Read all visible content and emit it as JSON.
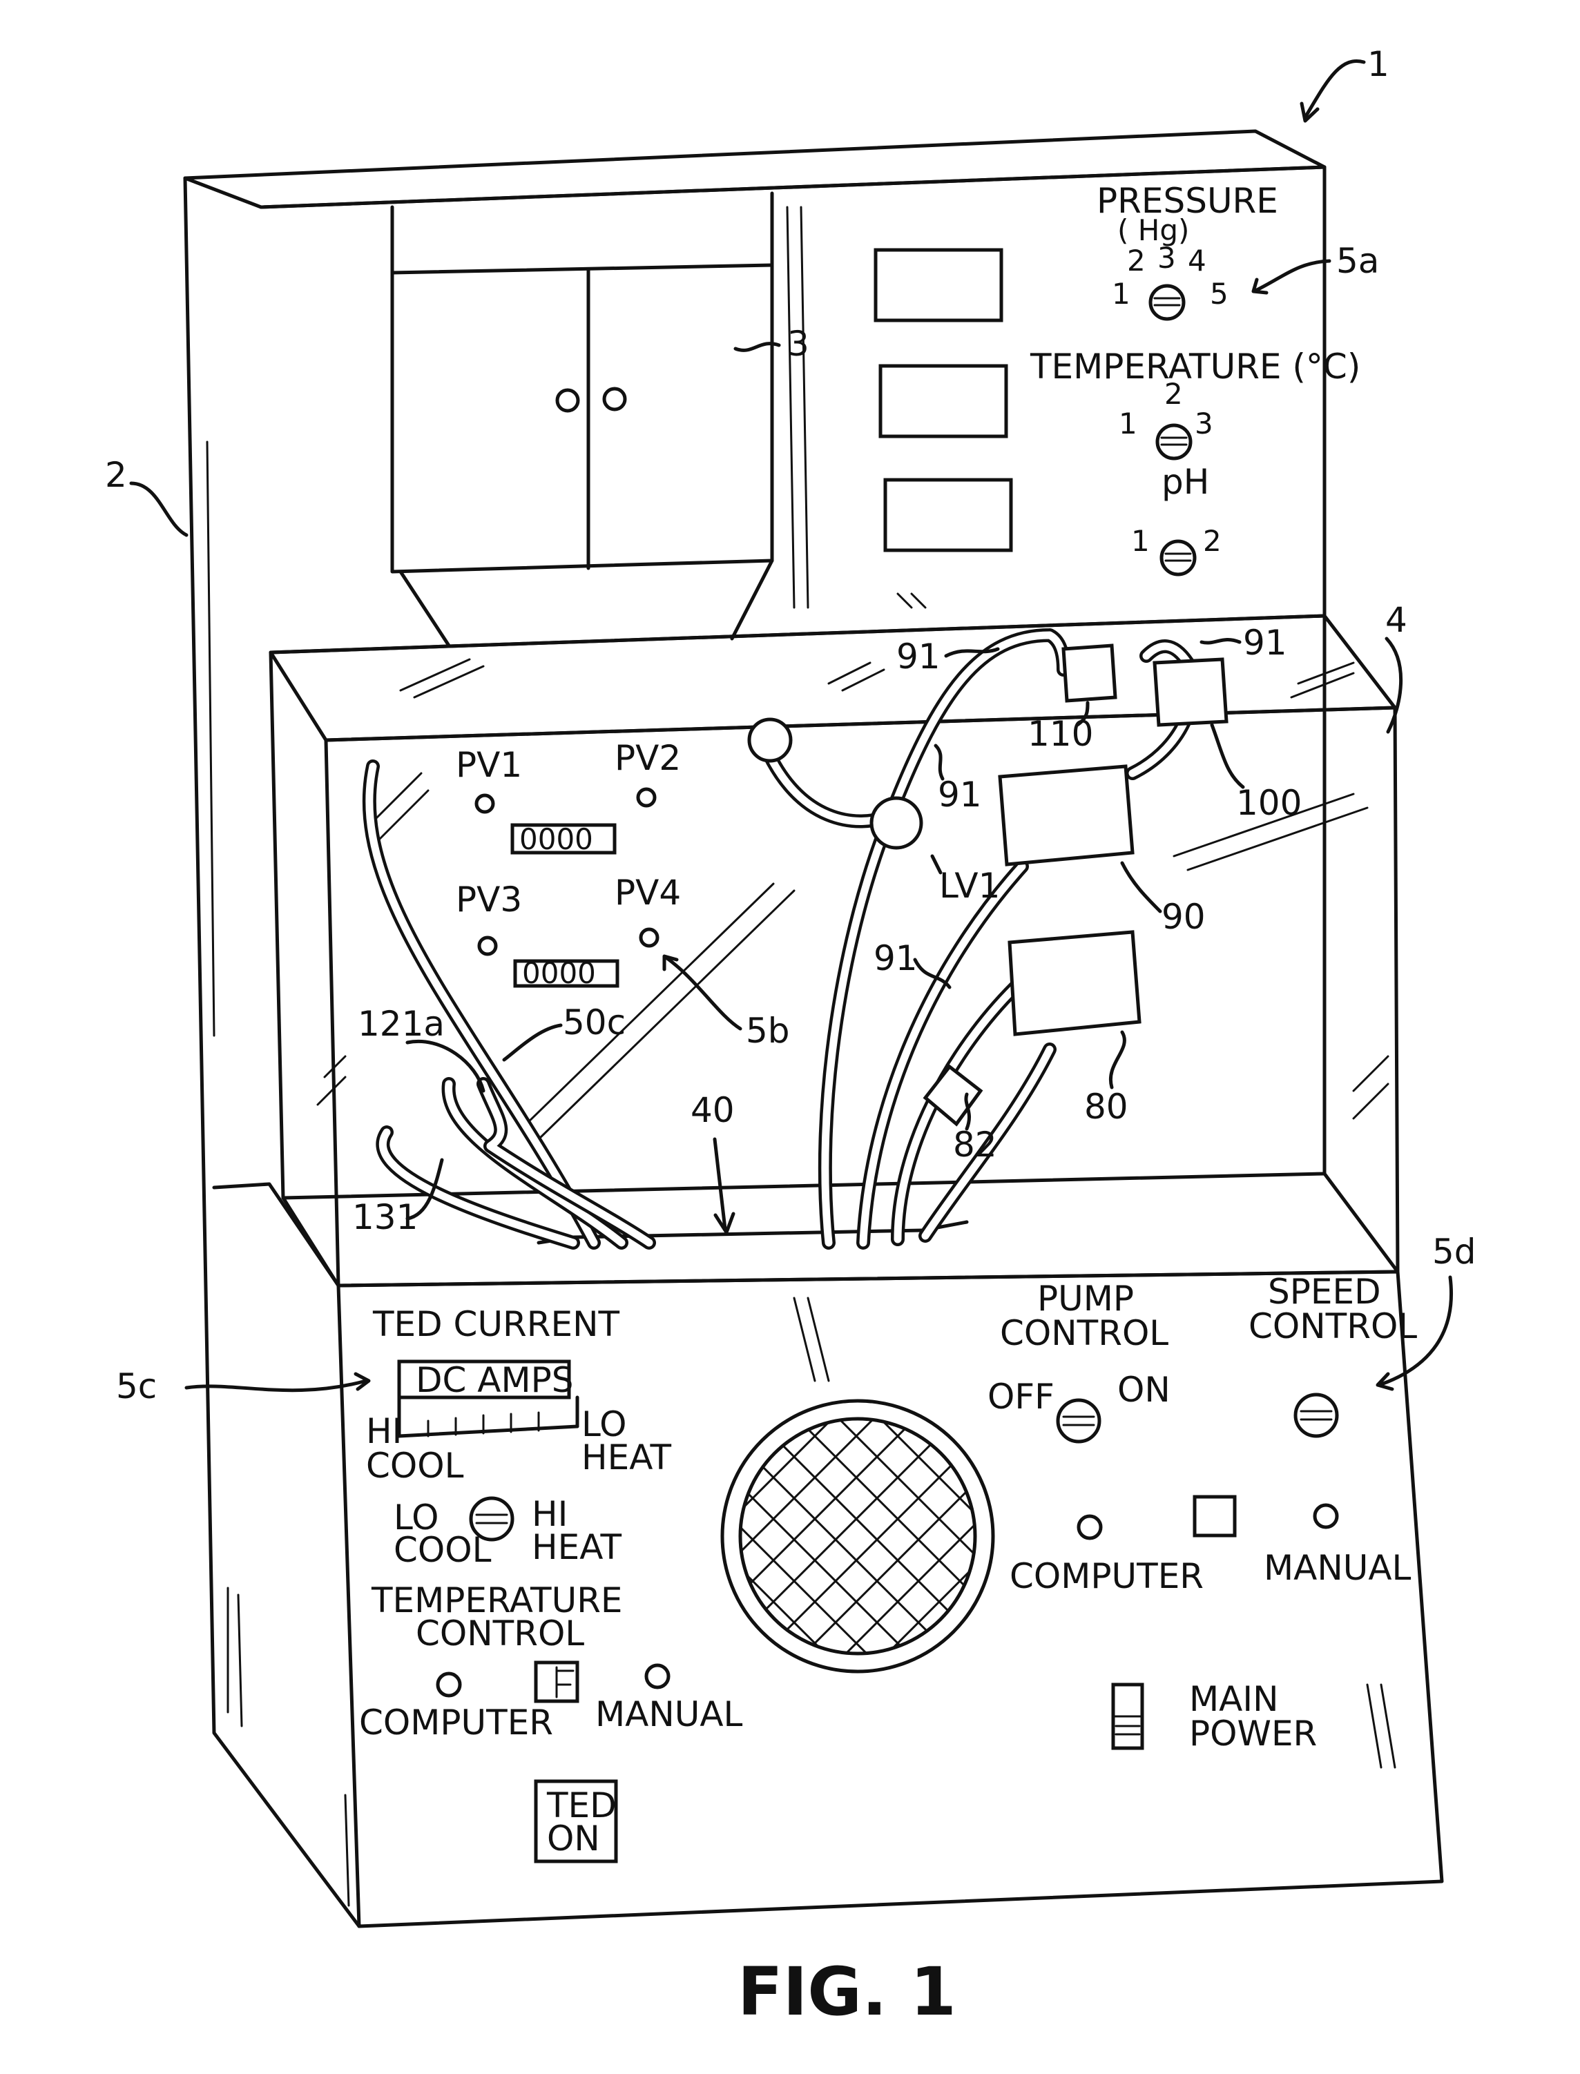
{
  "figure": {
    "caption": "FIG. 1",
    "refs": {
      "r1": "1",
      "r2": "2",
      "r3": "3",
      "r4": "4",
      "r5a": "5a",
      "r5b": "5b",
      "r5c": "5c",
      "r5d": "5d",
      "r40": "40",
      "r50c": "50c",
      "r80": "80",
      "r82": "82",
      "r90": "90",
      "r91": "91",
      "r100": "100",
      "r110": "110",
      "r121a": "121a",
      "r131": "131",
      "lv1": "LV1"
    }
  },
  "upper_panel": {
    "pressure": "PRESSURE",
    "pressure_unit": "(   Hg)",
    "pressure_scale": [
      "1",
      "2",
      "3",
      "4",
      "5"
    ],
    "temperature": "TEMPERATURE (°C)",
    "temperature_scale": [
      "1",
      "2",
      "3"
    ],
    "ph": "pH",
    "ph_scale": [
      "1",
      "2"
    ]
  },
  "valves": {
    "pv1": "PV1",
    "pv2": "PV2",
    "pv3": "PV3",
    "pv4": "PV4",
    "counter1": "0000",
    "counter2": "0000"
  },
  "lower_panel": {
    "ted_current": "TED CURRENT",
    "dc_amps": "DC AMPS",
    "hi_cool": [
      "HI",
      "COOL"
    ],
    "lo_heat": [
      "LO",
      "HEAT"
    ],
    "lo_cool": [
      "LO",
      "COOL"
    ],
    "hi_heat": [
      "HI",
      "HEAT"
    ],
    "temperature_control": [
      "TEMPERATURE",
      "CONTROL"
    ],
    "computer_left": "COMPUTER",
    "manual_left": "MANUAL",
    "ted_on": [
      "TED",
      "ON"
    ],
    "pump_control": [
      "PUMP",
      "CONTROL"
    ],
    "off": "OFF",
    "on": "ON",
    "speed_control": [
      "SPEED",
      "CONTROL"
    ],
    "computer_right": "COMPUTER",
    "manual_right": "MANUAL",
    "main_power": [
      "MAIN",
      "POWER"
    ]
  }
}
